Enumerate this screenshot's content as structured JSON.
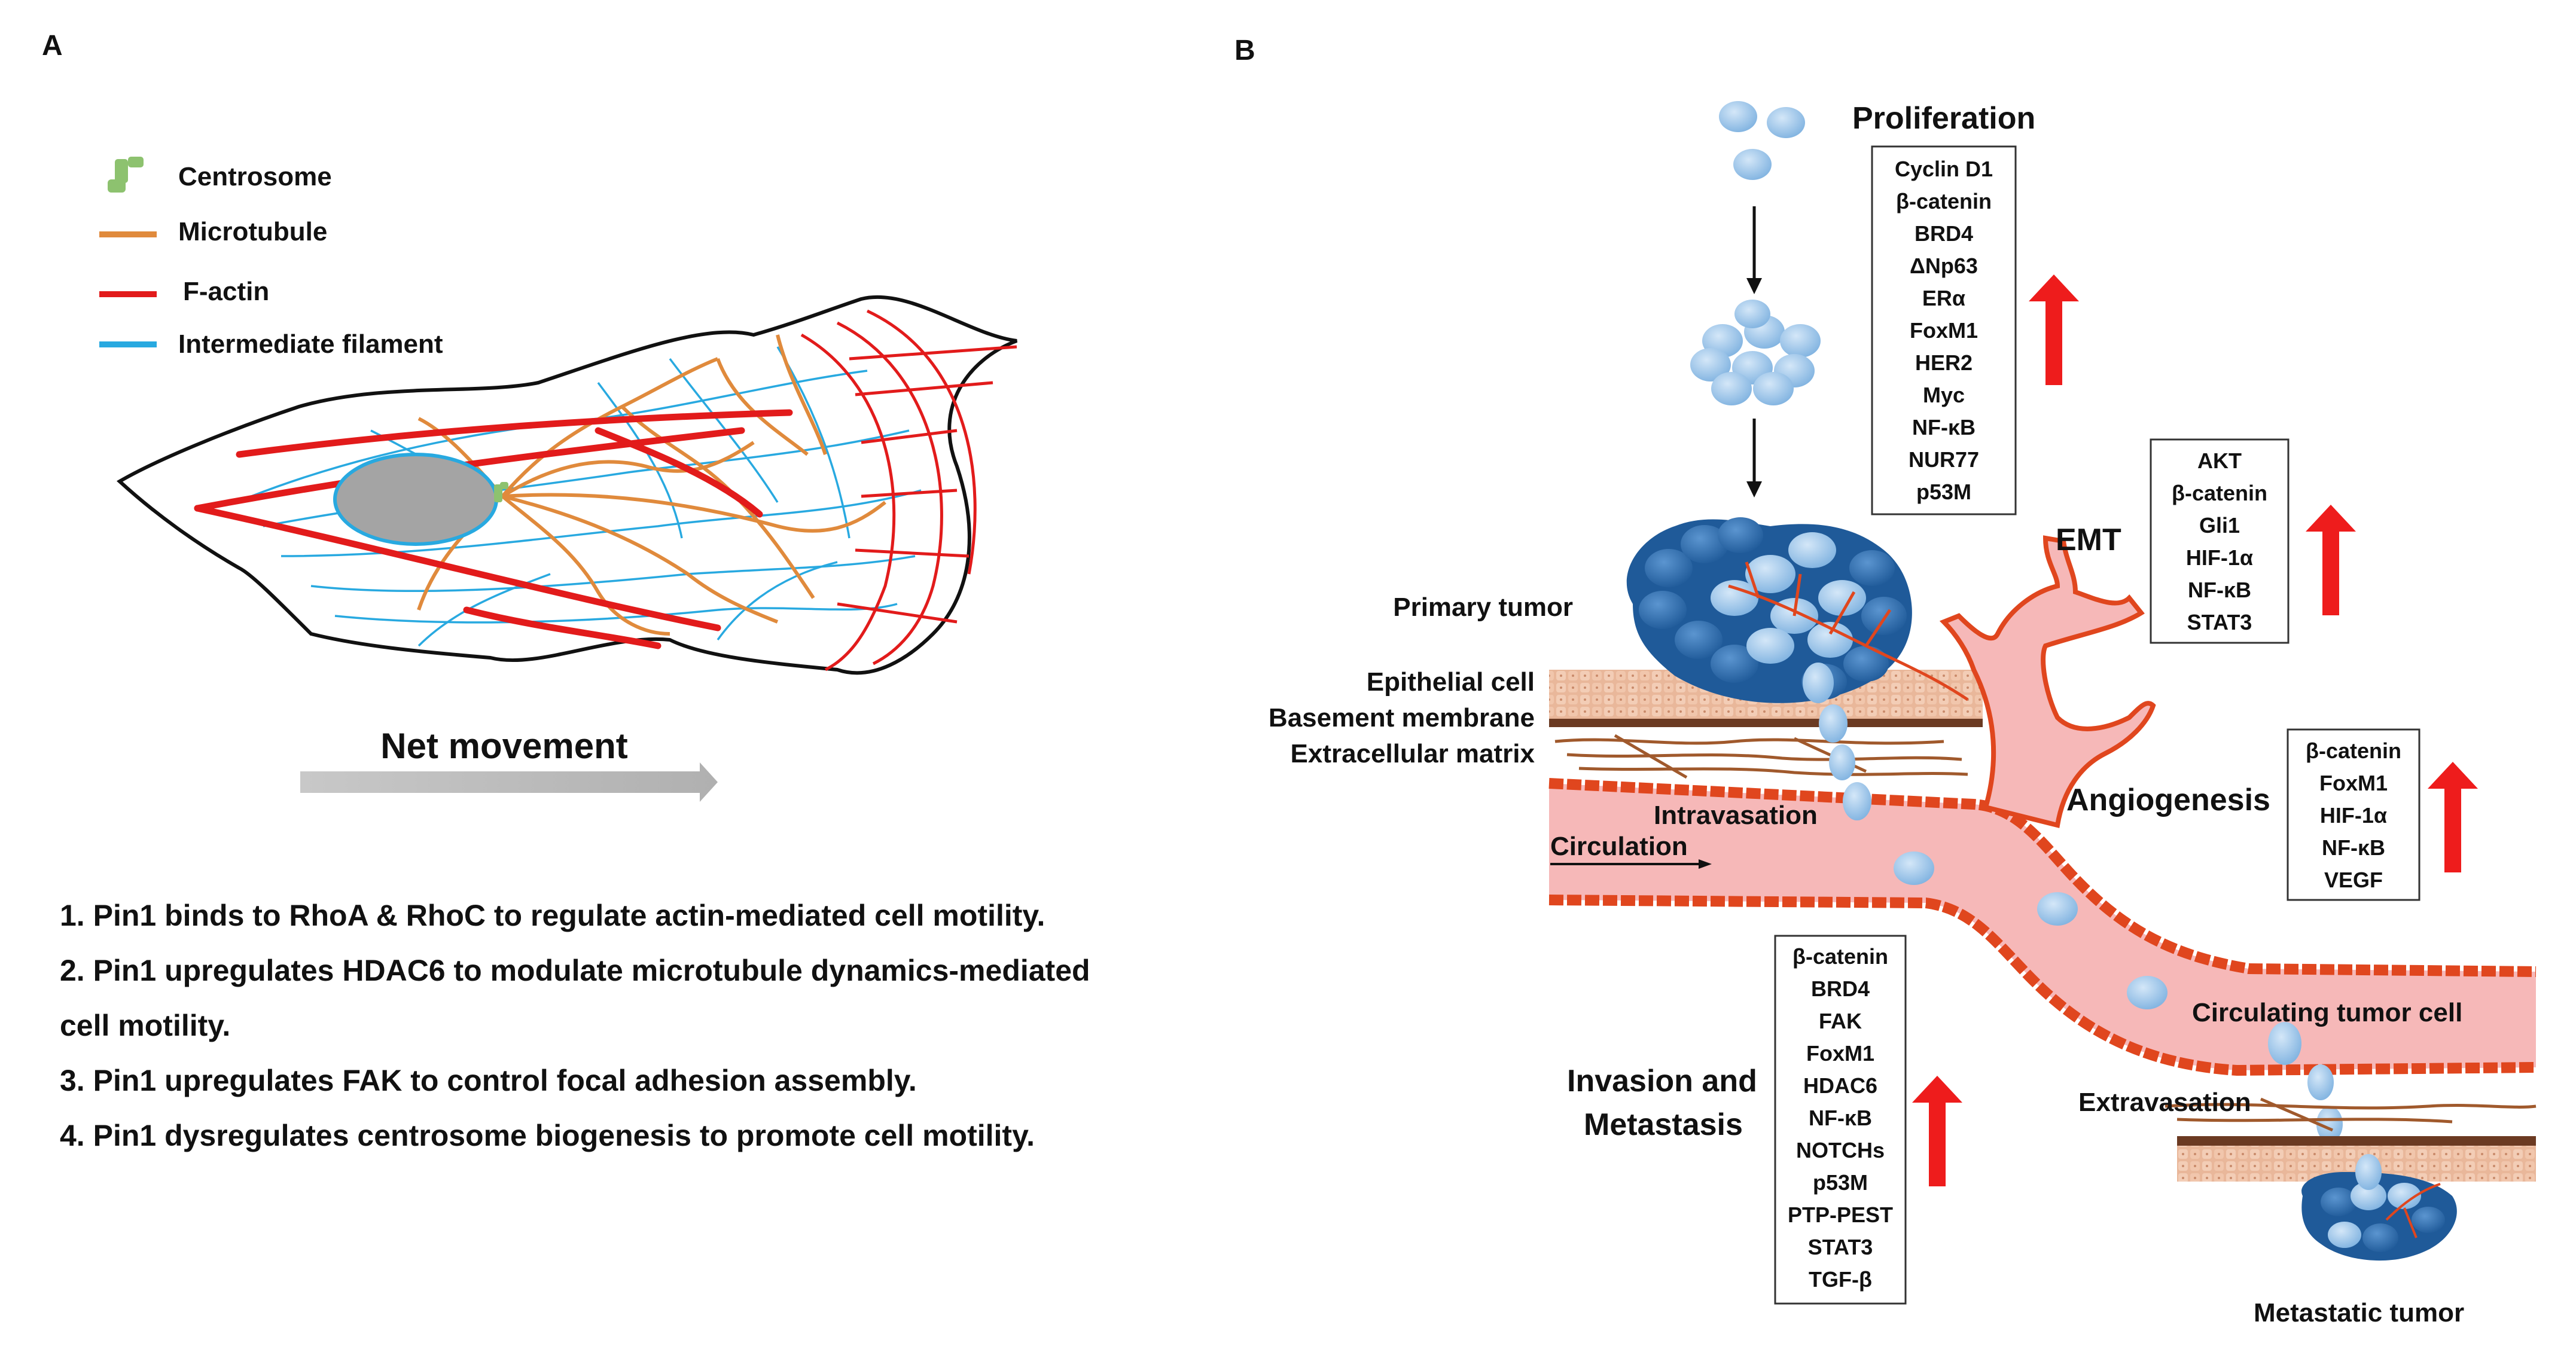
{
  "panel_a": {
    "letter": "A",
    "legend": [
      {
        "label": "Centrosome",
        "color": "#8dc26f"
      },
      {
        "label": "Microtubule",
        "color": "#e08a3c"
      },
      {
        "label": "F-actin",
        "color": "#e21b1b"
      },
      {
        "label": "Intermediate filament",
        "color": "#28a9e0"
      }
    ],
    "movement_label": "Net movement",
    "mechanisms": [
      "1. Pin1 binds to RhoA & RhoC to regulate actin-mediated cell motility.",
      "2. Pin1 upregulates HDAC6 to modulate microtubule dynamics-mediated",
      "cell motility.",
      "3. Pin1 upregulates FAK to control focal adhesion assembly.",
      "4. Pin1 dysregulates centrosome biogenesis to promote cell motility."
    ]
  },
  "panel_b": {
    "letter": "B",
    "proliferation": {
      "title": "Proliferation",
      "markers": [
        "Cyclin D1",
        "β-catenin",
        "BRD4",
        "ΔNp63",
        "ERα",
        "FoxM1",
        "HER2",
        "Myc",
        "NF-κB",
        "NUR77",
        "p53M"
      ]
    },
    "emt": {
      "title": "EMT",
      "markers": [
        "AKT",
        "β-catenin",
        "Gli1",
        "HIF-1α",
        "NF-κB",
        "STAT3"
      ]
    },
    "angiogenesis": {
      "title": "Angiogenesis",
      "markers": [
        "β-catenin",
        "FoxM1",
        "HIF-1α",
        "NF-κB",
        "VEGF"
      ]
    },
    "invasion": {
      "title_line1": "Invasion and",
      "title_line2": "Metastasis",
      "markers": [
        "β-catenin",
        "BRD4",
        "FAK",
        "FoxM1",
        "HDAC6",
        "NF-κB",
        "NOTCHs",
        "p53M",
        "PTP-PEST",
        "STAT3",
        "TGF-β"
      ]
    },
    "labels": {
      "primary_tumor": "Primary tumor",
      "epithelial_cell": "Epithelial cell",
      "basement_membrane": "Basement membrane",
      "extracellular_matrix": "Extracellular matrix",
      "intravasation": "Intravasation",
      "circulation": "Circulation",
      "circulating_tumor_cell": "Circulating tumor cell",
      "extravasation": "Extravasation",
      "metastatic_tumor": "Metastatic tumor"
    },
    "colors": {
      "vessel_fill": "#f6b8b8",
      "vessel_wall": "#e0461e",
      "up_arrow": "#ee1c1c",
      "tumor_dark": "#2f6db0",
      "tumor_light": "#a9cdee"
    }
  }
}
